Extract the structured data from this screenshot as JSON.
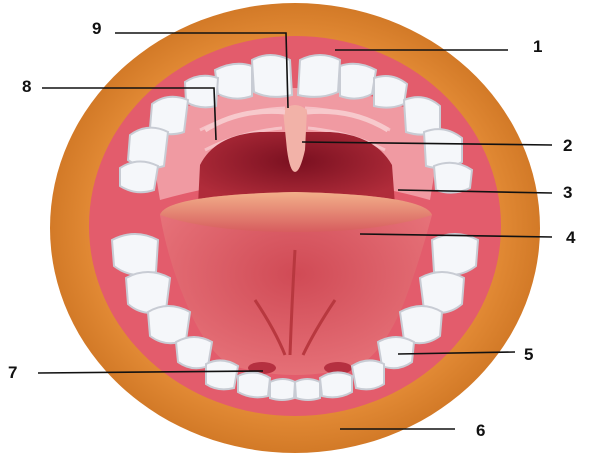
{
  "labels": [
    {
      "id": "1",
      "text": "1"
    },
    {
      "id": "2",
      "text": "2"
    },
    {
      "id": "3",
      "text": "3"
    },
    {
      "id": "4",
      "text": "4"
    },
    {
      "id": "5",
      "text": "5"
    },
    {
      "id": "6",
      "text": "6"
    },
    {
      "id": "7",
      "text": "7"
    },
    {
      "id": "8",
      "text": "8"
    },
    {
      "id": "9",
      "text": "9"
    }
  ],
  "colors": {
    "lip": "#d9822b",
    "lip_dark": "#b25f18",
    "gum": "#e46a78",
    "palate": "#ec8a92",
    "throat": "#9a1f2d",
    "tongue": "#d9555e",
    "tongue_light": "#f0a080",
    "teeth": "#f5f7fa",
    "teeth_shadow": "#c8ccd4",
    "leader": "#111111"
  }
}
